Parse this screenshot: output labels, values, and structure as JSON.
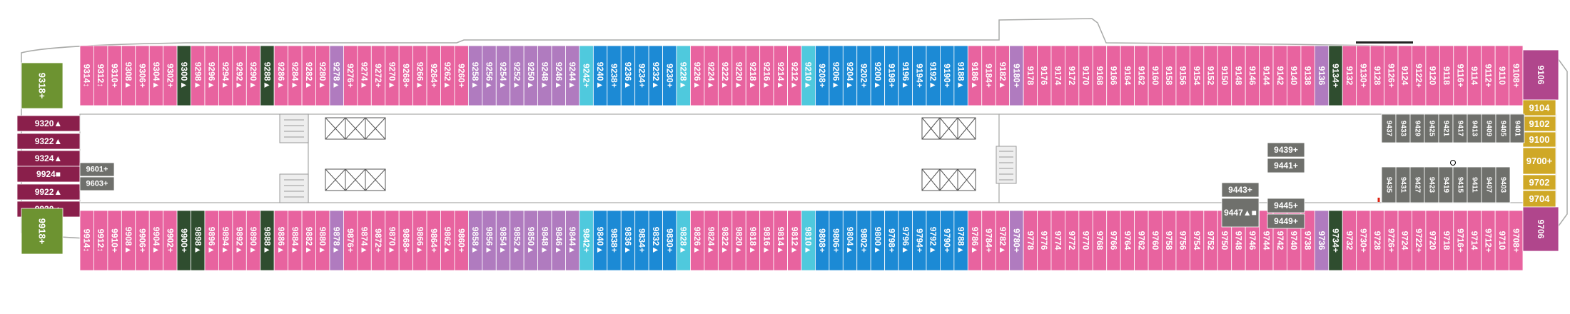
{
  "colors": {
    "pink": "#e8639f",
    "purple": "#b07bbf",
    "blue": "#1c8ad5",
    "cyan": "#4fc9dd",
    "darkgreen": "#2f4d2f",
    "olive": "#6d9331",
    "maroon": "#8a1f4b",
    "magenta": "#b0468c",
    "gold": "#cfa826",
    "gray": "#6f706c",
    "outline": "#a9aaa8"
  },
  "top_row": [
    {
      "n": "9314",
      "s": "↕",
      "c": "pink"
    },
    {
      "n": "9312",
      "s": "↕",
      "c": "pink"
    },
    {
      "n": "9310",
      "s": "+",
      "c": "pink"
    },
    {
      "n": "9308",
      "s": "▲",
      "c": "pink"
    },
    {
      "n": "9306",
      "s": "+",
      "c": "pink"
    },
    {
      "n": "9304",
      "s": "▲",
      "c": "pink"
    },
    {
      "n": "9302",
      "s": "+",
      "c": "pink"
    },
    {
      "n": "9300",
      "s": "▲",
      "c": "darkgreen"
    },
    {
      "n": "9298",
      "s": "▲",
      "c": "pink"
    },
    {
      "n": "9296",
      "s": "▲",
      "c": "pink"
    },
    {
      "n": "9294",
      "s": "▲",
      "c": "pink"
    },
    {
      "n": "9292",
      "s": "▲",
      "c": "pink"
    },
    {
      "n": "9290",
      "s": "▲",
      "c": "pink"
    },
    {
      "n": "9288",
      "s": "▲",
      "c": "darkgreen"
    },
    {
      "n": "9286",
      "s": "▲",
      "c": "pink"
    },
    {
      "n": "9284",
      "s": "▲",
      "c": "pink"
    },
    {
      "n": "9282",
      "s": "▲",
      "c": "pink"
    },
    {
      "n": "9280",
      "s": "▲",
      "c": "pink"
    },
    {
      "n": "9278",
      "s": "▲",
      "c": "purple"
    },
    {
      "n": "9276",
      "s": "+",
      "c": "pink"
    },
    {
      "n": "9274",
      "s": "▲",
      "c": "pink"
    },
    {
      "n": "9272",
      "s": "+",
      "c": "pink"
    },
    {
      "n": "9270",
      "s": "▲",
      "c": "pink"
    },
    {
      "n": "9268",
      "s": "+",
      "c": "pink"
    },
    {
      "n": "9266",
      "s": "▲",
      "c": "pink"
    },
    {
      "n": "9264",
      "s": "+",
      "c": "pink"
    },
    {
      "n": "9262",
      "s": "▲",
      "c": "pink"
    },
    {
      "n": "9260",
      "s": "+",
      "c": "pink"
    },
    {
      "n": "9258",
      "s": "▲",
      "c": "purple"
    },
    {
      "n": "9256",
      "s": "▲",
      "c": "purple"
    },
    {
      "n": "9254",
      "s": "▲",
      "c": "purple"
    },
    {
      "n": "9252",
      "s": "▲",
      "c": "purple"
    },
    {
      "n": "9250",
      "s": "▲",
      "c": "purple"
    },
    {
      "n": "9248",
      "s": "▲",
      "c": "purple"
    },
    {
      "n": "9246",
      "s": "▲",
      "c": "purple"
    },
    {
      "n": "9244",
      "s": "▲",
      "c": "purple"
    },
    {
      "n": "9242",
      "s": "+",
      "c": "cyan"
    },
    {
      "n": "9240",
      "s": "▲",
      "c": "blue"
    },
    {
      "n": "9238",
      "s": "+",
      "c": "blue"
    },
    {
      "n": "9236",
      "s": "▲",
      "c": "blue"
    },
    {
      "n": "9234",
      "s": "+",
      "c": "blue"
    },
    {
      "n": "9232",
      "s": "▲",
      "c": "blue"
    },
    {
      "n": "9230",
      "s": "+",
      "c": "blue"
    },
    {
      "n": "9228",
      "s": "▲",
      "c": "cyan"
    },
    {
      "n": "9226",
      "s": "▲",
      "c": "pink"
    },
    {
      "n": "9224",
      "s": "▲",
      "c": "pink"
    },
    {
      "n": "9222",
      "s": "▲",
      "c": "pink"
    },
    {
      "n": "9220",
      "s": "▲",
      "c": "pink"
    },
    {
      "n": "9218",
      "s": "▲",
      "c": "pink"
    },
    {
      "n": "9216",
      "s": "▲",
      "c": "pink"
    },
    {
      "n": "9214",
      "s": "▲",
      "c": "pink"
    },
    {
      "n": "9212",
      "s": "▲",
      "c": "pink"
    },
    {
      "n": "9210",
      "s": "▲",
      "c": "cyan"
    },
    {
      "n": "9208",
      "s": "+",
      "c": "blue"
    },
    {
      "n": "9206",
      "s": "▲",
      "c": "blue"
    },
    {
      "n": "9204",
      "s": "▲",
      "c": "blue"
    },
    {
      "n": "9202",
      "s": "+",
      "c": "blue"
    },
    {
      "n": "9200",
      "s": "▲",
      "c": "blue"
    },
    {
      "n": "9198",
      "s": "+",
      "c": "blue"
    },
    {
      "n": "9196",
      "s": "▲",
      "c": "blue"
    },
    {
      "n": "9194",
      "s": "+",
      "c": "blue"
    },
    {
      "n": "9192",
      "s": "▲",
      "c": "blue"
    },
    {
      "n": "9190",
      "s": "+",
      "c": "blue"
    },
    {
      "n": "9188",
      "s": "▲",
      "c": "blue"
    },
    {
      "n": "9186",
      "s": "▲",
      "c": "pink"
    },
    {
      "n": "9184",
      "s": "+",
      "c": "pink"
    },
    {
      "n": "9182",
      "s": "▲",
      "c": "pink"
    },
    {
      "n": "9180",
      "s": "+",
      "c": "purple"
    },
    {
      "n": "9178",
      "s": "",
      "c": "pink"
    },
    {
      "n": "9176",
      "s": "",
      "c": "pink"
    },
    {
      "n": "9174",
      "s": "",
      "c": "pink"
    },
    {
      "n": "9172",
      "s": "",
      "c": "pink"
    },
    {
      "n": "9170",
      "s": "",
      "c": "pink"
    },
    {
      "n": "9168",
      "s": "",
      "c": "pink"
    },
    {
      "n": "9166",
      "s": "",
      "c": "pink"
    },
    {
      "n": "9164",
      "s": "",
      "c": "pink"
    },
    {
      "n": "9162",
      "s": "",
      "c": "pink"
    },
    {
      "n": "9160",
      "s": "",
      "c": "pink"
    },
    {
      "n": "9158",
      "s": "",
      "c": "pink"
    },
    {
      "n": "9156",
      "s": "",
      "c": "pink"
    },
    {
      "n": "9154",
      "s": "",
      "c": "pink"
    },
    {
      "n": "9152",
      "s": "",
      "c": "pink"
    },
    {
      "n": "9150",
      "s": "",
      "c": "pink"
    },
    {
      "n": "9148",
      "s": "",
      "c": "pink"
    },
    {
      "n": "9146",
      "s": "",
      "c": "pink"
    },
    {
      "n": "9144",
      "s": "",
      "c": "pink"
    },
    {
      "n": "9142",
      "s": "",
      "c": "pink"
    },
    {
      "n": "9140",
      "s": "",
      "c": "pink"
    },
    {
      "n": "9138",
      "s": "",
      "c": "pink"
    },
    {
      "n": "9136",
      "s": "",
      "c": "purple"
    },
    {
      "n": "9134",
      "s": "+",
      "c": "darkgreen"
    },
    {
      "n": "9132",
      "s": "",
      "c": "pink"
    },
    {
      "n": "9130",
      "s": "+",
      "c": "pink"
    },
    {
      "n": "9128",
      "s": "",
      "c": "pink"
    },
    {
      "n": "9126",
      "s": "+",
      "c": "pink"
    },
    {
      "n": "9124",
      "s": "",
      "c": "pink"
    },
    {
      "n": "9122",
      "s": "+",
      "c": "pink"
    },
    {
      "n": "9120",
      "s": "",
      "c": "pink"
    },
    {
      "n": "9118",
      "s": "",
      "c": "pink"
    },
    {
      "n": "9116",
      "s": "+",
      "c": "pink"
    },
    {
      "n": "9114",
      "s": "",
      "c": "pink"
    },
    {
      "n": "9112",
      "s": "+",
      "c": "pink"
    },
    {
      "n": "9110",
      "s": "",
      "c": "pink"
    },
    {
      "n": "9108",
      "s": "+",
      "c": "pink"
    }
  ],
  "bottom_row": [
    {
      "n": "9914",
      "s": "↕",
      "c": "pink"
    },
    {
      "n": "9912",
      "s": "↕",
      "c": "pink"
    },
    {
      "n": "9910",
      "s": "+",
      "c": "pink"
    },
    {
      "n": "9908",
      "s": "▲",
      "c": "pink"
    },
    {
      "n": "9906",
      "s": "+",
      "c": "pink"
    },
    {
      "n": "9904",
      "s": "▲",
      "c": "pink"
    },
    {
      "n": "9902",
      "s": "+",
      "c": "pink"
    },
    {
      "n": "9900",
      "s": "+",
      "c": "darkgreen"
    },
    {
      "n": "9898",
      "s": "▲",
      "c": "darkgreen"
    },
    {
      "n": "9896",
      "s": "▲",
      "c": "pink"
    },
    {
      "n": "9894",
      "s": "▲",
      "c": "pink"
    },
    {
      "n": "9892",
      "s": "▲",
      "c": "pink"
    },
    {
      "n": "9890",
      "s": "▲",
      "c": "pink"
    },
    {
      "n": "9888",
      "s": "▲",
      "c": "darkgreen"
    },
    {
      "n": "9886",
      "s": "▲",
      "c": "pink"
    },
    {
      "n": "9884",
      "s": "▲",
      "c": "pink"
    },
    {
      "n": "9882",
      "s": "▲",
      "c": "pink"
    },
    {
      "n": "9880",
      "s": "▲",
      "c": "pink"
    },
    {
      "n": "9878",
      "s": "▲",
      "c": "purple"
    },
    {
      "n": "9876",
      "s": "+",
      "c": "pink"
    },
    {
      "n": "9874",
      "s": "▲",
      "c": "pink"
    },
    {
      "n": "9872",
      "s": "+",
      "c": "pink"
    },
    {
      "n": "9870",
      "s": "▲",
      "c": "pink"
    },
    {
      "n": "9868",
      "s": "+",
      "c": "pink"
    },
    {
      "n": "9866",
      "s": "▲",
      "c": "pink"
    },
    {
      "n": "9864",
      "s": "+",
      "c": "pink"
    },
    {
      "n": "9862",
      "s": "▲",
      "c": "pink"
    },
    {
      "n": "9860",
      "s": "+",
      "c": "pink"
    },
    {
      "n": "9858",
      "s": "▲",
      "c": "purple"
    },
    {
      "n": "9856",
      "s": "▲",
      "c": "purple"
    },
    {
      "n": "9854",
      "s": "▲",
      "c": "purple"
    },
    {
      "n": "9852",
      "s": "▲",
      "c": "purple"
    },
    {
      "n": "9850",
      "s": "▲",
      "c": "purple"
    },
    {
      "n": "9848",
      "s": "▲",
      "c": "purple"
    },
    {
      "n": "9846",
      "s": "▲",
      "c": "purple"
    },
    {
      "n": "9844",
      "s": "▲",
      "c": "purple"
    },
    {
      "n": "9842",
      "s": "+",
      "c": "cyan"
    },
    {
      "n": "9840",
      "s": "▲",
      "c": "blue"
    },
    {
      "n": "9838",
      "s": "+",
      "c": "blue"
    },
    {
      "n": "9836",
      "s": "▲",
      "c": "blue"
    },
    {
      "n": "9834",
      "s": "+",
      "c": "blue"
    },
    {
      "n": "9832",
      "s": "▲",
      "c": "blue"
    },
    {
      "n": "9830",
      "s": "+",
      "c": "blue"
    },
    {
      "n": "9828",
      "s": "▲",
      "c": "cyan"
    },
    {
      "n": "9826",
      "s": "▲",
      "c": "pink"
    },
    {
      "n": "9824",
      "s": "▲",
      "c": "pink"
    },
    {
      "n": "9822",
      "s": "▲",
      "c": "pink"
    },
    {
      "n": "9820",
      "s": "▲",
      "c": "pink"
    },
    {
      "n": "9818",
      "s": "▲",
      "c": "pink"
    },
    {
      "n": "9816",
      "s": "▲",
      "c": "pink"
    },
    {
      "n": "9814",
      "s": "▲",
      "c": "pink"
    },
    {
      "n": "9812",
      "s": "▲",
      "c": "pink"
    },
    {
      "n": "9810",
      "s": "▲",
      "c": "cyan"
    },
    {
      "n": "9808",
      "s": "+",
      "c": "blue"
    },
    {
      "n": "9806",
      "s": "+",
      "c": "blue"
    },
    {
      "n": "9804",
      "s": "▲",
      "c": "blue"
    },
    {
      "n": "9802",
      "s": "+",
      "c": "blue"
    },
    {
      "n": "9800",
      "s": "▲",
      "c": "blue"
    },
    {
      "n": "9798",
      "s": "+",
      "c": "blue"
    },
    {
      "n": "9796",
      "s": "▲",
      "c": "blue"
    },
    {
      "n": "9794",
      "s": "+",
      "c": "blue"
    },
    {
      "n": "9792",
      "s": "▲",
      "c": "blue"
    },
    {
      "n": "9790",
      "s": "+",
      "c": "blue"
    },
    {
      "n": "9788",
      "s": "▲",
      "c": "blue"
    },
    {
      "n": "9786",
      "s": "▲",
      "c": "pink"
    },
    {
      "n": "9784",
      "s": "+",
      "c": "pink"
    },
    {
      "n": "9782",
      "s": "▲",
      "c": "pink"
    },
    {
      "n": "9780",
      "s": "+",
      "c": "purple"
    },
    {
      "n": "9778",
      "s": "",
      "c": "pink"
    },
    {
      "n": "9776",
      "s": "",
      "c": "pink"
    },
    {
      "n": "9774",
      "s": "",
      "c": "pink"
    },
    {
      "n": "9772",
      "s": "",
      "c": "pink"
    },
    {
      "n": "9770",
      "s": "",
      "c": "pink"
    },
    {
      "n": "9768",
      "s": "",
      "c": "pink"
    },
    {
      "n": "9766",
      "s": "",
      "c": "pink"
    },
    {
      "n": "9764",
      "s": "",
      "c": "pink"
    },
    {
      "n": "9762",
      "s": "",
      "c": "pink"
    },
    {
      "n": "9760",
      "s": "",
      "c": "pink"
    },
    {
      "n": "9758",
      "s": "",
      "c": "pink"
    },
    {
      "n": "9756",
      "s": "",
      "c": "pink"
    },
    {
      "n": "9754",
      "s": "",
      "c": "pink"
    },
    {
      "n": "9752",
      "s": "",
      "c": "pink"
    },
    {
      "n": "9750",
      "s": "",
      "c": "pink"
    },
    {
      "n": "9748",
      "s": "",
      "c": "pink"
    },
    {
      "n": "9746",
      "s": "",
      "c": "pink"
    },
    {
      "n": "9744",
      "s": "",
      "c": "pink"
    },
    {
      "n": "9742",
      "s": "",
      "c": "pink"
    },
    {
      "n": "9740",
      "s": "",
      "c": "pink"
    },
    {
      "n": "9738",
      "s": "",
      "c": "pink"
    },
    {
      "n": "9736",
      "s": "",
      "c": "purple"
    },
    {
      "n": "9734",
      "s": "+",
      "c": "darkgreen"
    },
    {
      "n": "9732",
      "s": "",
      "c": "pink"
    },
    {
      "n": "9730",
      "s": "+",
      "c": "pink"
    },
    {
      "n": "9728",
      "s": "",
      "c": "pink"
    },
    {
      "n": "9726",
      "s": "+",
      "c": "pink"
    },
    {
      "n": "9724",
      "s": "",
      "c": "pink"
    },
    {
      "n": "9722",
      "s": "+",
      "c": "pink"
    },
    {
      "n": "9720",
      "s": "",
      "c": "pink"
    },
    {
      "n": "9718",
      "s": "",
      "c": "pink"
    },
    {
      "n": "9716",
      "s": "+",
      "c": "pink"
    },
    {
      "n": "9714",
      "s": "",
      "c": "pink"
    },
    {
      "n": "9712",
      "s": "+",
      "c": "pink"
    },
    {
      "n": "9710",
      "s": "",
      "c": "pink"
    },
    {
      "n": "9708",
      "s": "+",
      "c": "pink"
    }
  ],
  "stern_cabins": [
    {
      "n": "9318",
      "s": "+",
      "c": "olive"
    },
    {
      "n": "9320",
      "s": "▲",
      "c": "maroon"
    },
    {
      "n": "9322",
      "s": "▲",
      "c": "maroon"
    },
    {
      "n": "9324",
      "s": "▲",
      "c": "maroon"
    },
    {
      "n": "9924",
      "s": "■",
      "c": "maroon"
    },
    {
      "n": "9922",
      "s": "▲",
      "c": "maroon"
    },
    {
      "n": "9920",
      "s": "▲",
      "c": "maroon"
    },
    {
      "n": "9918",
      "s": "+",
      "c": "olive"
    }
  ],
  "bow_cabins": [
    {
      "n": "9106",
      "s": "",
      "c": "magenta"
    },
    {
      "n": "9104",
      "s": "",
      "c": "gold"
    },
    {
      "n": "9102",
      "s": "",
      "c": "gold"
    },
    {
      "n": "9100",
      "s": "",
      "c": "gold"
    },
    {
      "n": "9700",
      "s": "+",
      "c": "gold"
    },
    {
      "n": "9702",
      "s": "",
      "c": "gold"
    },
    {
      "n": "9704",
      "s": "",
      "c": "gold"
    },
    {
      "n": "9706",
      "s": "",
      "c": "magenta"
    }
  ],
  "inner_cabins_mid": [
    {
      "n": "9601",
      "s": "+",
      "c": "gray"
    },
    {
      "n": "9603",
      "s": "+",
      "c": "gray"
    }
  ],
  "inner_cabins_fwd": [
    {
      "n": "9439",
      "s": "+",
      "c": "gray"
    },
    {
      "n": "9441",
      "s": "+",
      "c": "gray"
    },
    {
      "n": "9443",
      "s": "+",
      "c": "gray"
    },
    {
      "n": "9447",
      "s": "▲■",
      "c": "gray"
    },
    {
      "n": "9445",
      "s": "+",
      "c": "gray"
    },
    {
      "n": "9449",
      "s": "+",
      "c": "gray"
    }
  ],
  "inner_block": {
    "top": [
      "9437",
      "9433",
      "9429",
      "9425",
      "9421",
      "9417",
      "9413",
      "9409",
      "9405",
      "9401"
    ],
    "mid": [
      "9431",
      "9427",
      "9423",
      "9419",
      "9415",
      "9411",
      "9407",
      "9403"
    ],
    "bottom": [
      "9435"
    ]
  }
}
